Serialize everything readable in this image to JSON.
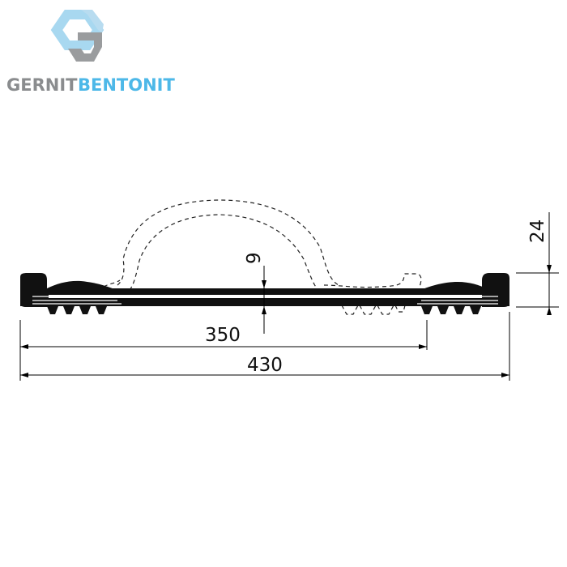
{
  "brand": {
    "name_part1": "GERNIT",
    "name_part2": "BENTONIT",
    "color_part1": "#8a8c8e",
    "color_part2": "#4db8e8",
    "logo_icon": "hexagonal-G-logo"
  },
  "dimensions": {
    "overall_width": "430",
    "inner_width": "350",
    "bulb_thickness": "9",
    "edge_height": "24"
  },
  "colors": {
    "profile": "#111111",
    "lines": "#000000"
  }
}
